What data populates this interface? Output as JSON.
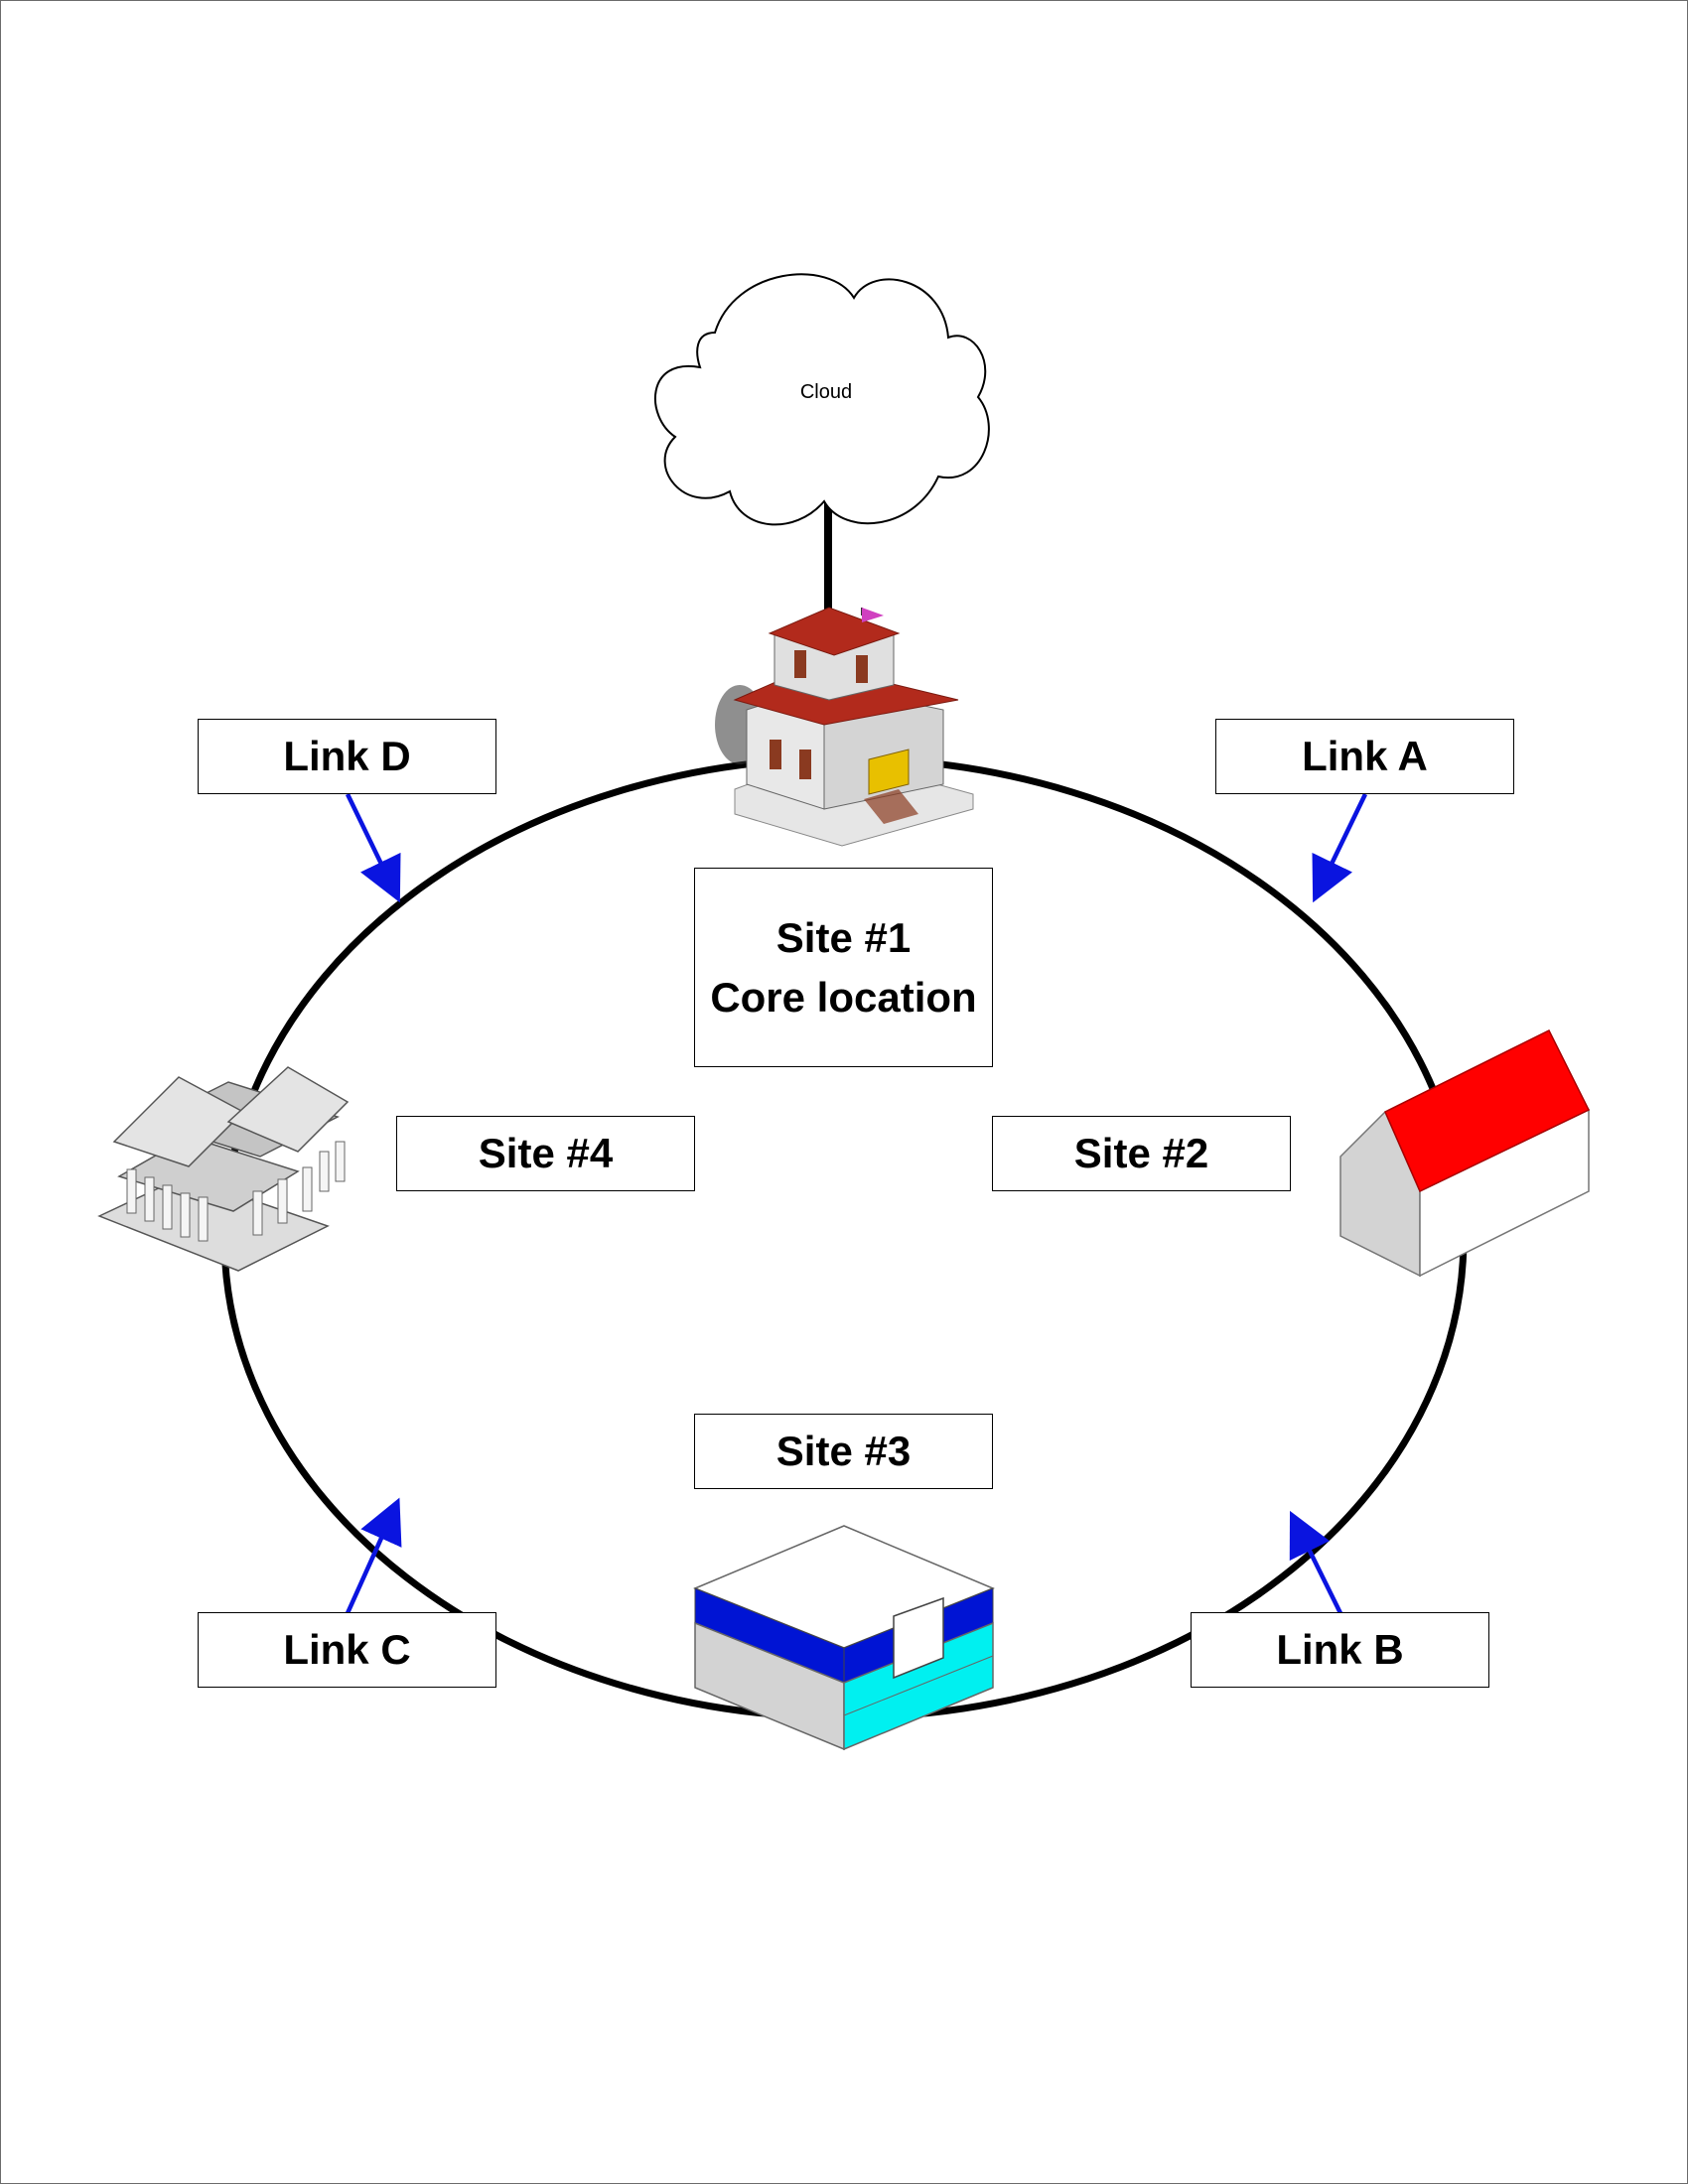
{
  "cloud": {
    "label": "Cloud"
  },
  "sites": {
    "site1": {
      "line1": "Site #1",
      "line2": "Core location"
    },
    "site2": {
      "label": "Site #2"
    },
    "site3": {
      "label": "Site #3"
    },
    "site4": {
      "label": "Site #4"
    }
  },
  "links": {
    "a": {
      "label": "Link A"
    },
    "b": {
      "label": "Link B"
    },
    "c": {
      "label": "Link C"
    },
    "d": {
      "label": "Link D"
    }
  },
  "colors": {
    "ring": "#000000",
    "arrow": "#0a14e0",
    "house_roof": "#ff0000",
    "store_band": "#0014d4",
    "store_window": "#00f0f0",
    "castle_roof": "#b22a1c"
  },
  "icons": [
    "cloud-icon",
    "castle-icon",
    "house-icon",
    "store-icon",
    "temple-icon"
  ]
}
